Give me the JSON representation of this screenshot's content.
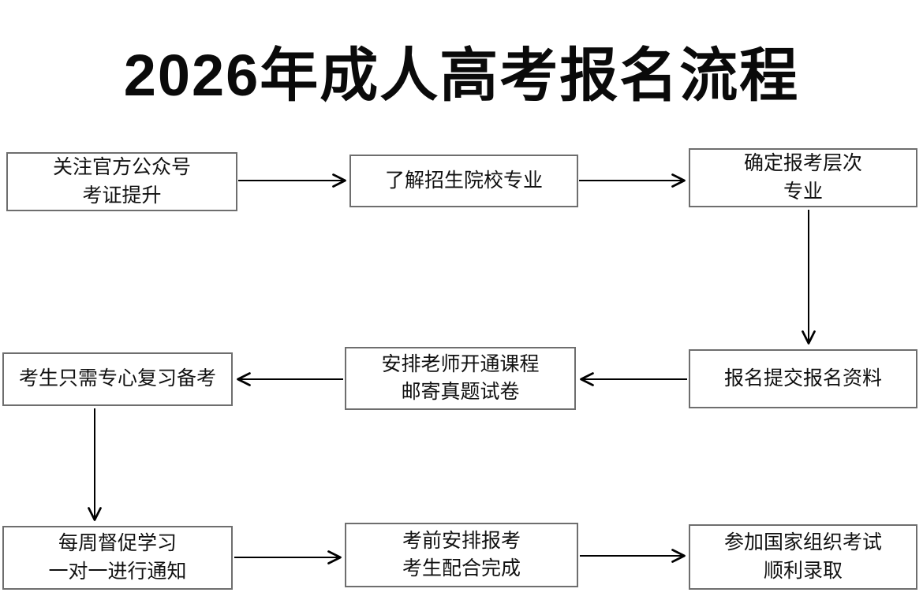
{
  "title": "2026年成人高考报名流程",
  "colors": {
    "background": "#ffffff",
    "box_border": "#6e6e6e",
    "text": "#111111",
    "arrow": "#000000"
  },
  "nodes": {
    "follow": {
      "lines": [
        "关注官方公众号",
        "考证提升"
      ]
    },
    "learn": {
      "lines": [
        "了解招生院校专业"
      ]
    },
    "level": {
      "lines": [
        "确定报考层次",
        "专业"
      ]
    },
    "submit": {
      "lines": [
        "报名提交报名资料"
      ]
    },
    "course": {
      "lines": [
        "安排老师开通课程",
        "邮寄真题试卷"
      ]
    },
    "review": {
      "lines": [
        "考生只需专心复习备考"
      ]
    },
    "weekly": {
      "lines": [
        "每周督促学习",
        "一对一进行通知"
      ]
    },
    "preexam": {
      "lines": [
        "考前安排报考",
        "考生配合完成"
      ]
    },
    "exam": {
      "lines": [
        "参加国家组织考试",
        "顺利录取"
      ]
    }
  }
}
